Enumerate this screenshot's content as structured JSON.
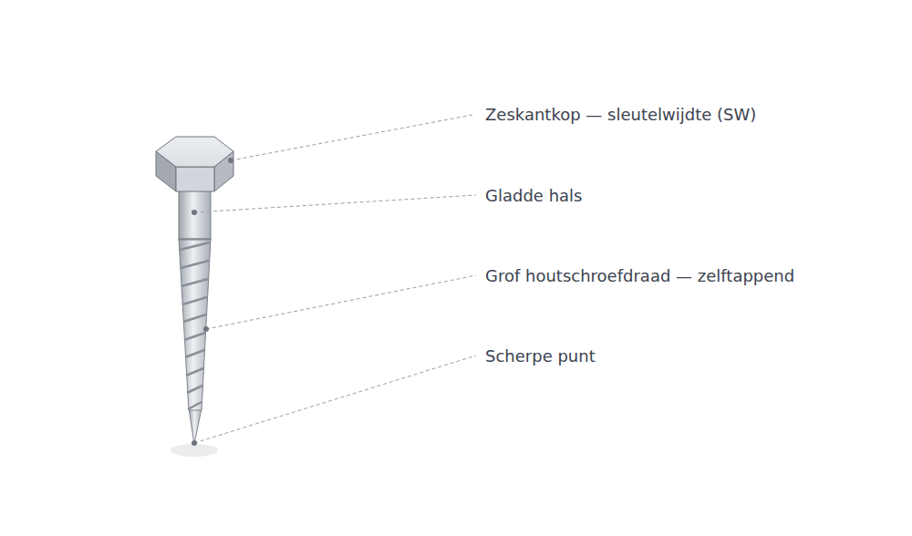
{
  "diagram": {
    "labels": [
      "Zeskantkop — sleutelwijdte (SW)",
      "Gladde hals",
      "Grof houtschroefdraad — zelftappend",
      "Scherpe punt"
    ]
  }
}
